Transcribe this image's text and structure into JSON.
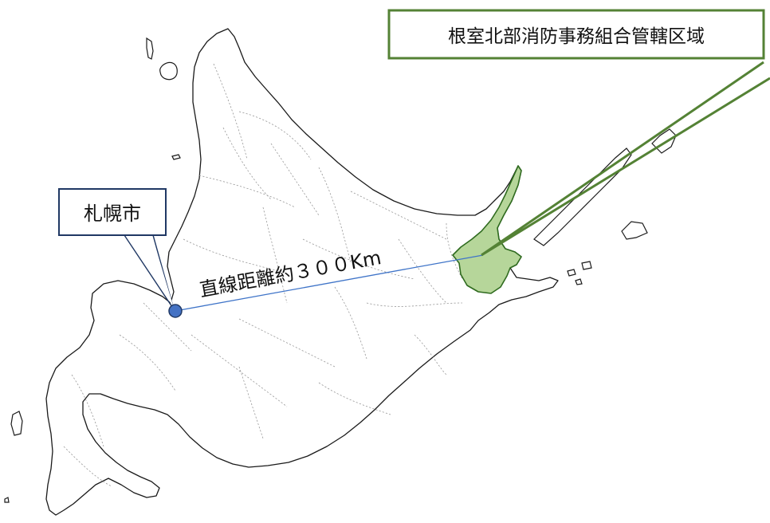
{
  "labels": {
    "city": "札幌市",
    "district": "根室北部消防事務組合管轄区域",
    "distance": "直線距離約３００Km"
  },
  "colors": {
    "district_fill": "#b6d69a",
    "district_border": "#548235",
    "city_box_border": "#203864",
    "city_marker": "#4472c4",
    "distance_line": "#3f74c8"
  }
}
